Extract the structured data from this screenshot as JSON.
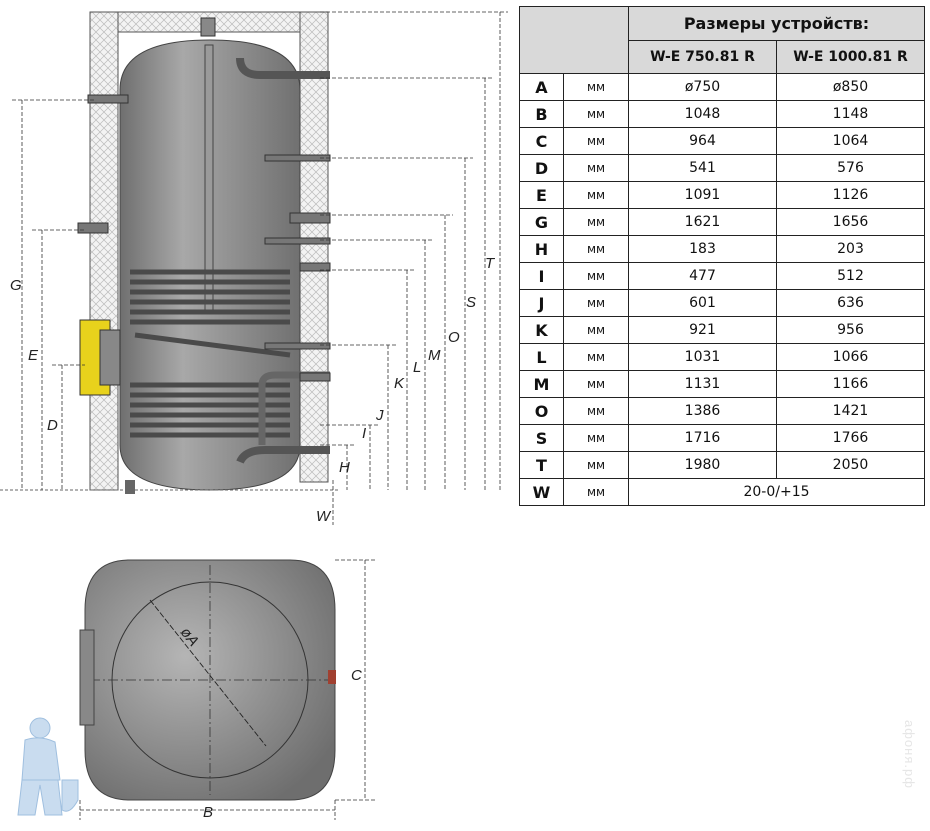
{
  "table": {
    "title": "Размеры устройств:",
    "models": [
      "W-E 750.81 R",
      "W-E 1000.81 R"
    ],
    "rows": [
      {
        "label": "A",
        "unit": "мм",
        "v1": "ø750",
        "v2": "ø850"
      },
      {
        "label": "B",
        "unit": "мм",
        "v1": "1048",
        "v2": "1148"
      },
      {
        "label": "C",
        "unit": "мм",
        "v1": "964",
        "v2": "1064"
      },
      {
        "label": "D",
        "unit": "мм",
        "v1": "541",
        "v2": "576"
      },
      {
        "label": "E",
        "unit": "мм",
        "v1": "1091",
        "v2": "1126"
      },
      {
        "label": "G",
        "unit": "мм",
        "v1": "1621",
        "v2": "1656"
      },
      {
        "label": "H",
        "unit": "мм",
        "v1": "183",
        "v2": "203"
      },
      {
        "label": "I",
        "unit": "мм",
        "v1": "477",
        "v2": "512"
      },
      {
        "label": "J",
        "unit": "мм",
        "v1": "601",
        "v2": "636"
      },
      {
        "label": "K",
        "unit": "мм",
        "v1": "921",
        "v2": "956"
      },
      {
        "label": "L",
        "unit": "мм",
        "v1": "1031",
        "v2": "1066"
      },
      {
        "label": "M",
        "unit": "мм",
        "v1": "1131",
        "v2": "1166"
      },
      {
        "label": "O",
        "unit": "мм",
        "v1": "1386",
        "v2": "1421"
      },
      {
        "label": "S",
        "unit": "мм",
        "v1": "1716",
        "v2": "1766"
      },
      {
        "label": "T",
        "unit": "мм",
        "v1": "1980",
        "v2": "2050"
      }
    ],
    "last_row": {
      "label": "W",
      "unit": "мм",
      "value": "20-0/+15"
    }
  },
  "diagram": {
    "side_labels": {
      "G": "G",
      "E": "E",
      "D": "D",
      "H": "H",
      "I": "I",
      "J": "J",
      "K": "K",
      "L": "L",
      "M": "M",
      "O": "O",
      "S": "S",
      "T": "T",
      "W": "W"
    },
    "top_labels": {
      "A": "øA",
      "B": "B",
      "C": "C"
    }
  },
  "watermark": "афоня.рф",
  "colors": {
    "tank": "#8e8e8e",
    "header": "#d9d9d9",
    "insulation_accent": "#e8d21c"
  }
}
